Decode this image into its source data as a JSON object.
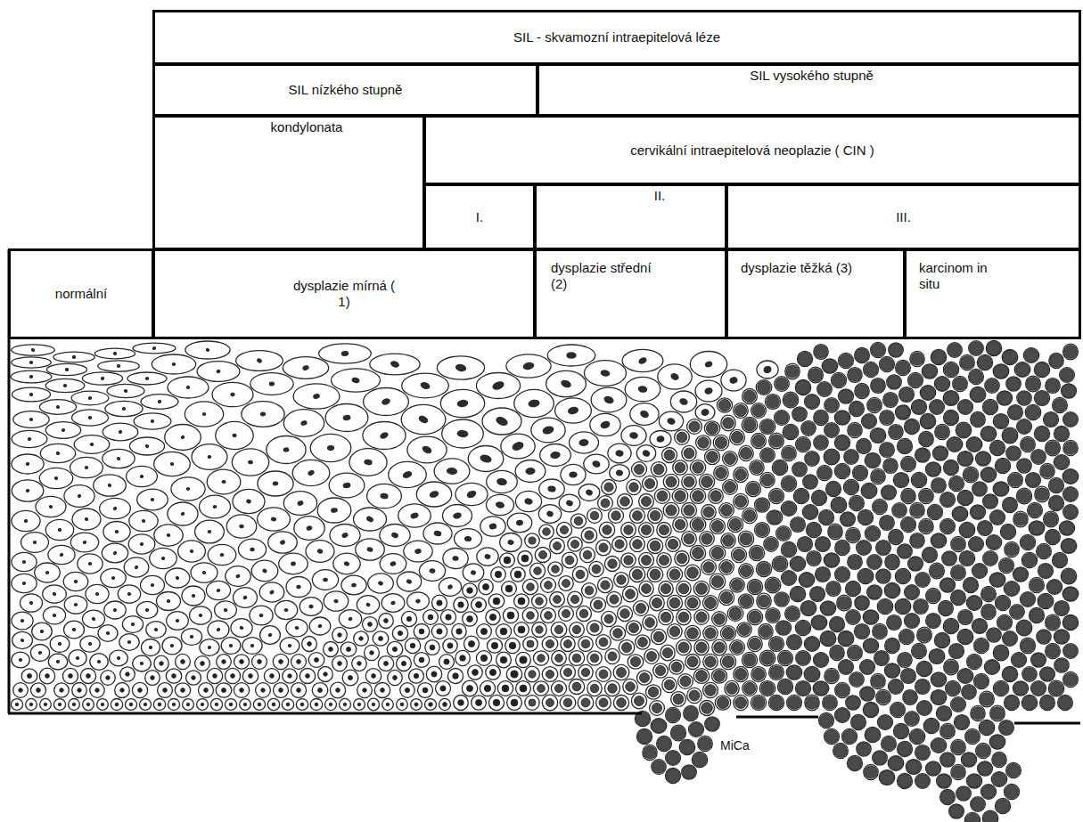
{
  "diagram": {
    "nodes": [
      {
        "text": [
          "SIL - skvamozní intraepitelová léze"
        ]
      },
      {
        "text": [
          "SIL nízkého stupně"
        ]
      },
      {
        "text": [
          "SIL vysokého stupně"
        ]
      },
      {
        "text": [
          "kondylonata"
        ]
      },
      {
        "text": [
          "cervikální intraepitelová neoplazie ( CIN )"
        ]
      },
      {
        "text": [
          "I."
        ]
      },
      {
        "text": [
          "II."
        ]
      },
      {
        "text": [
          "III."
        ]
      },
      {
        "text": [
          "normální"
        ]
      },
      {
        "text": [
          "dysplazie mírná ( 1)"
        ]
      },
      {
        "text": [
          "dysplazie střední (2)"
        ]
      },
      {
        "text": [
          "dysplazie těžká (3)"
        ]
      },
      {
        "text": [
          "karcinom in situ"
        ]
      }
    ],
    "labels": [
      "MiCa"
    ]
  }
}
